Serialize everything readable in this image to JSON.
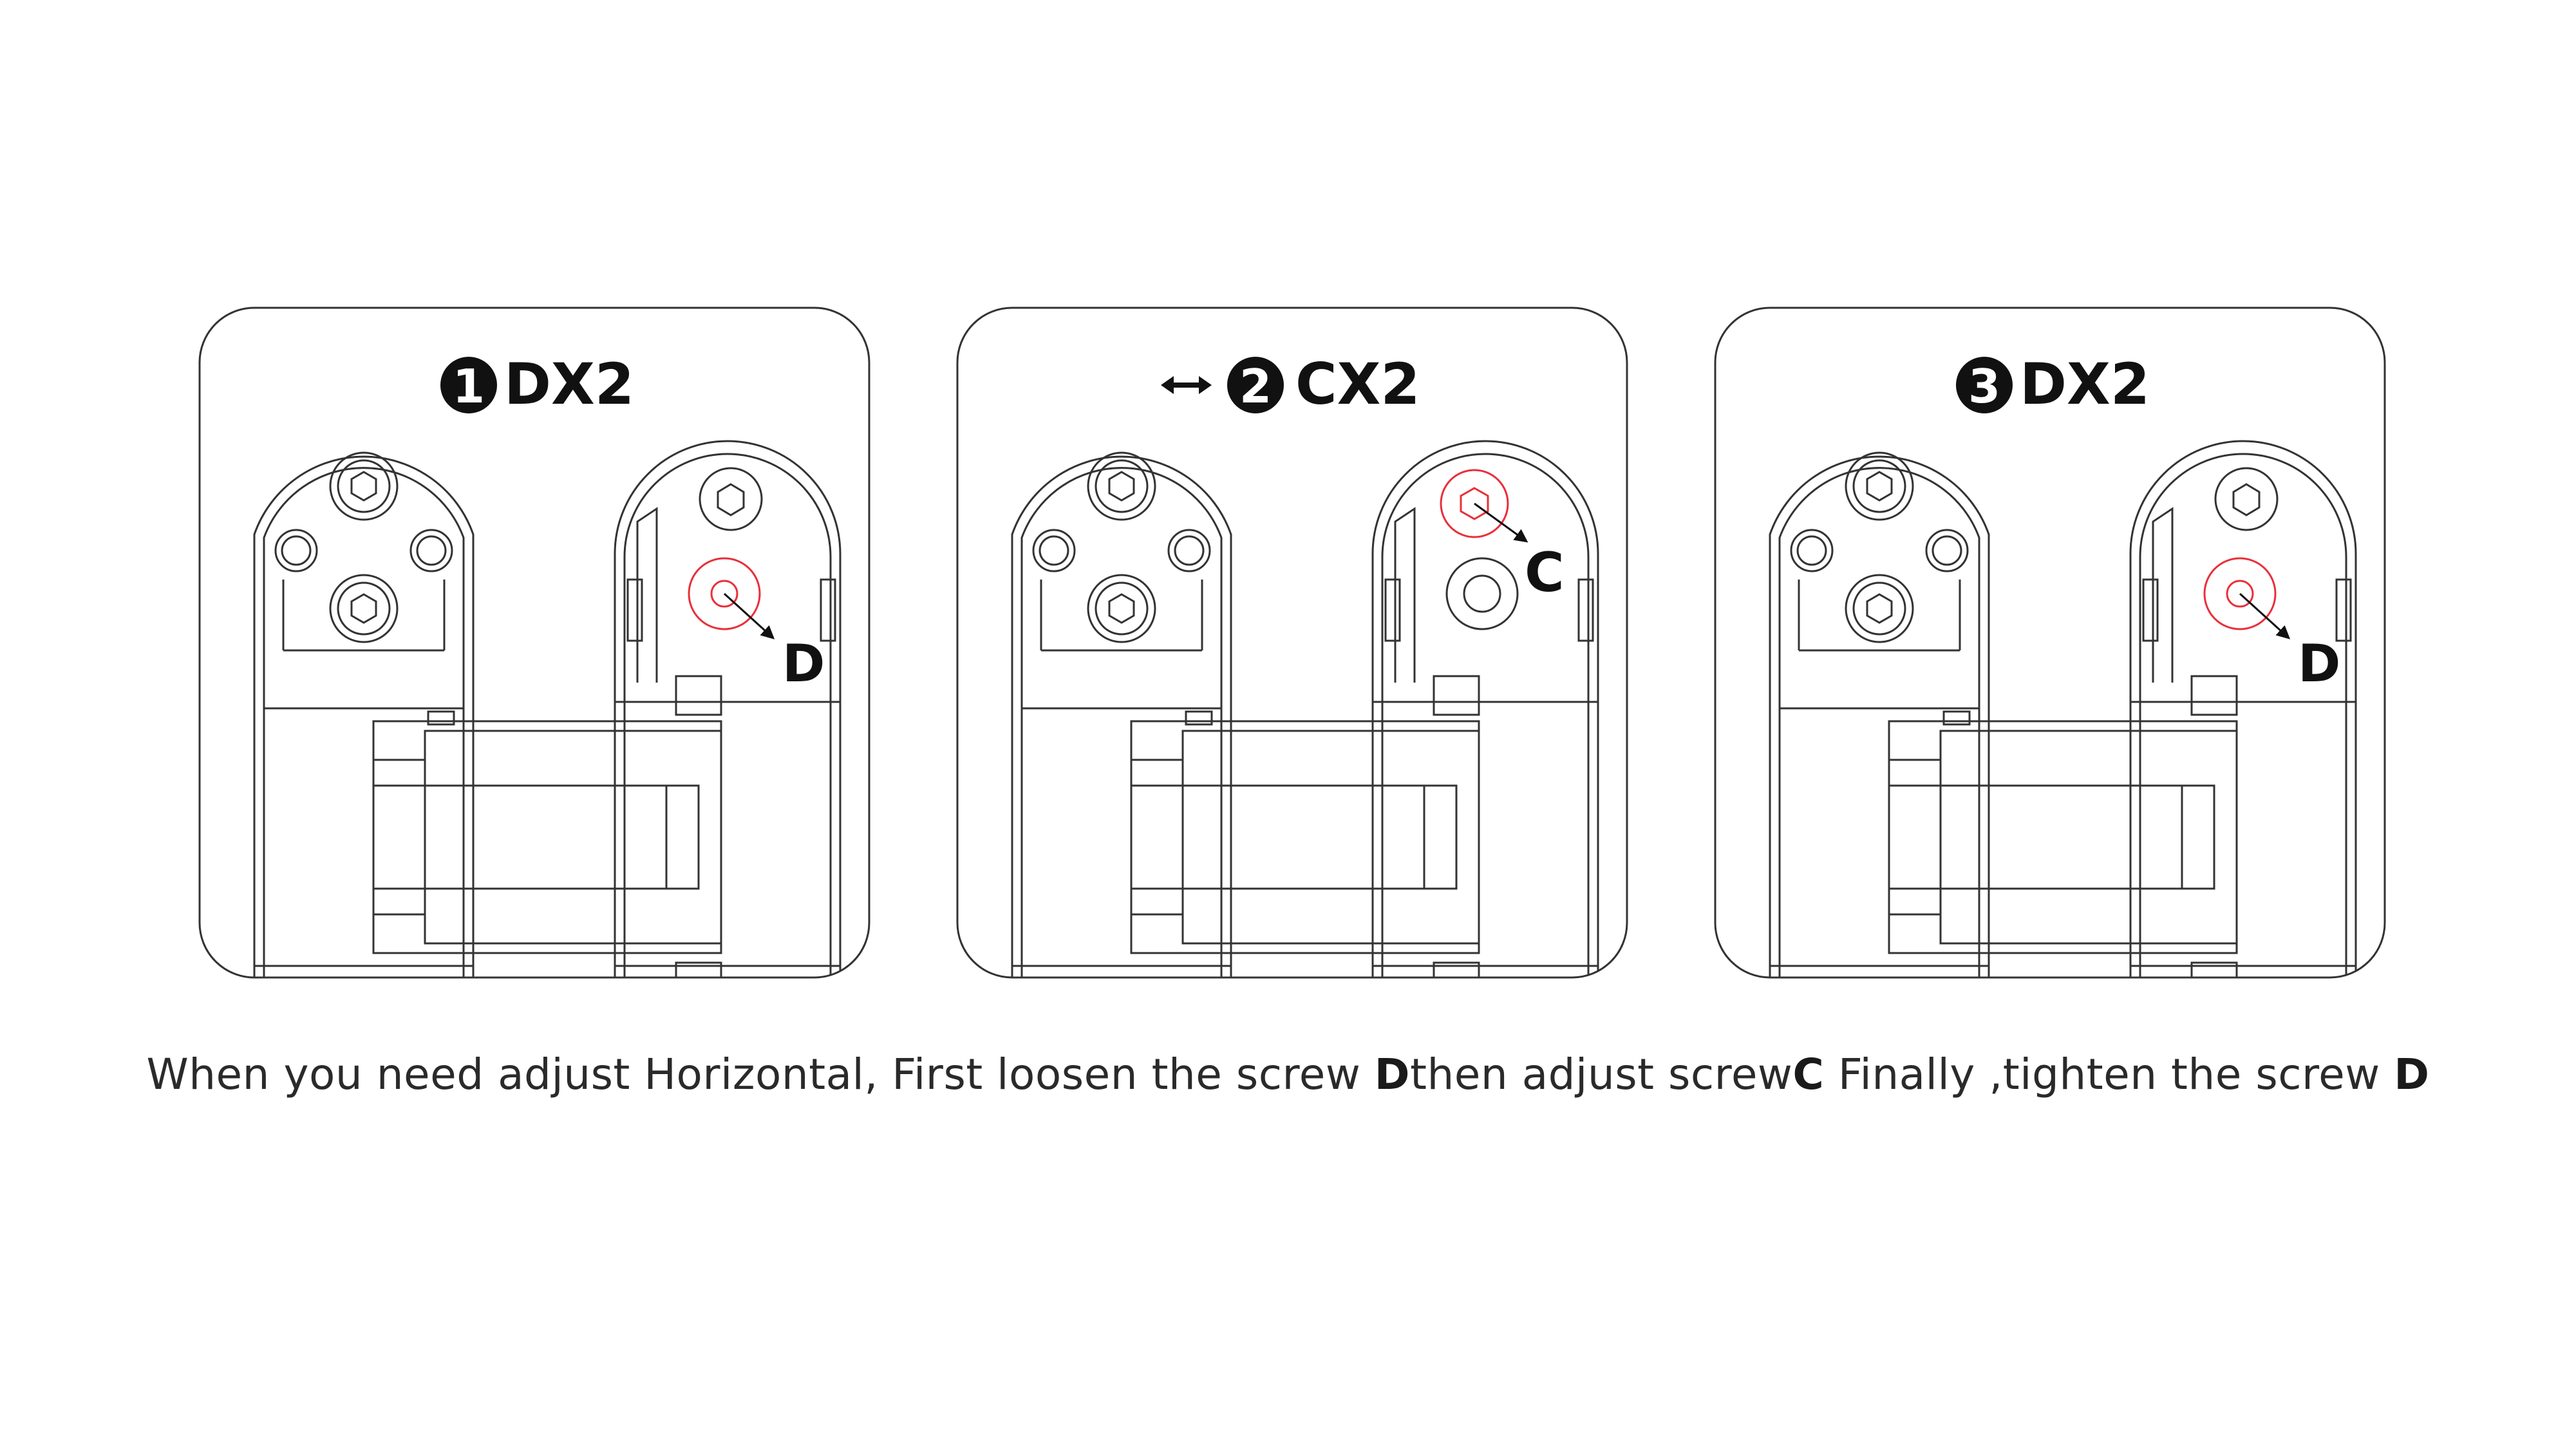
{
  "steps": [
    {
      "number": "1",
      "label": "DX2",
      "screw_label": "D"
    },
    {
      "number": "2",
      "label": "CX2",
      "screw_label": "C"
    },
    {
      "number": "3",
      "label": "DX2",
      "screw_label": "D"
    }
  ],
  "caption": {
    "part1": "When you need adjust Horizontal, First loosen the screw ",
    "d1": "D",
    "part2": "then adjust screw",
    "c": "C",
    "part3": " Finally ,tighten the screw ",
    "d2": "D"
  },
  "colors": {
    "line": "#333333",
    "highlight": "#e8303a",
    "text": "#1a1a1a"
  },
  "icons": {
    "adjust": "double-arrow-horizontal-icon"
  }
}
